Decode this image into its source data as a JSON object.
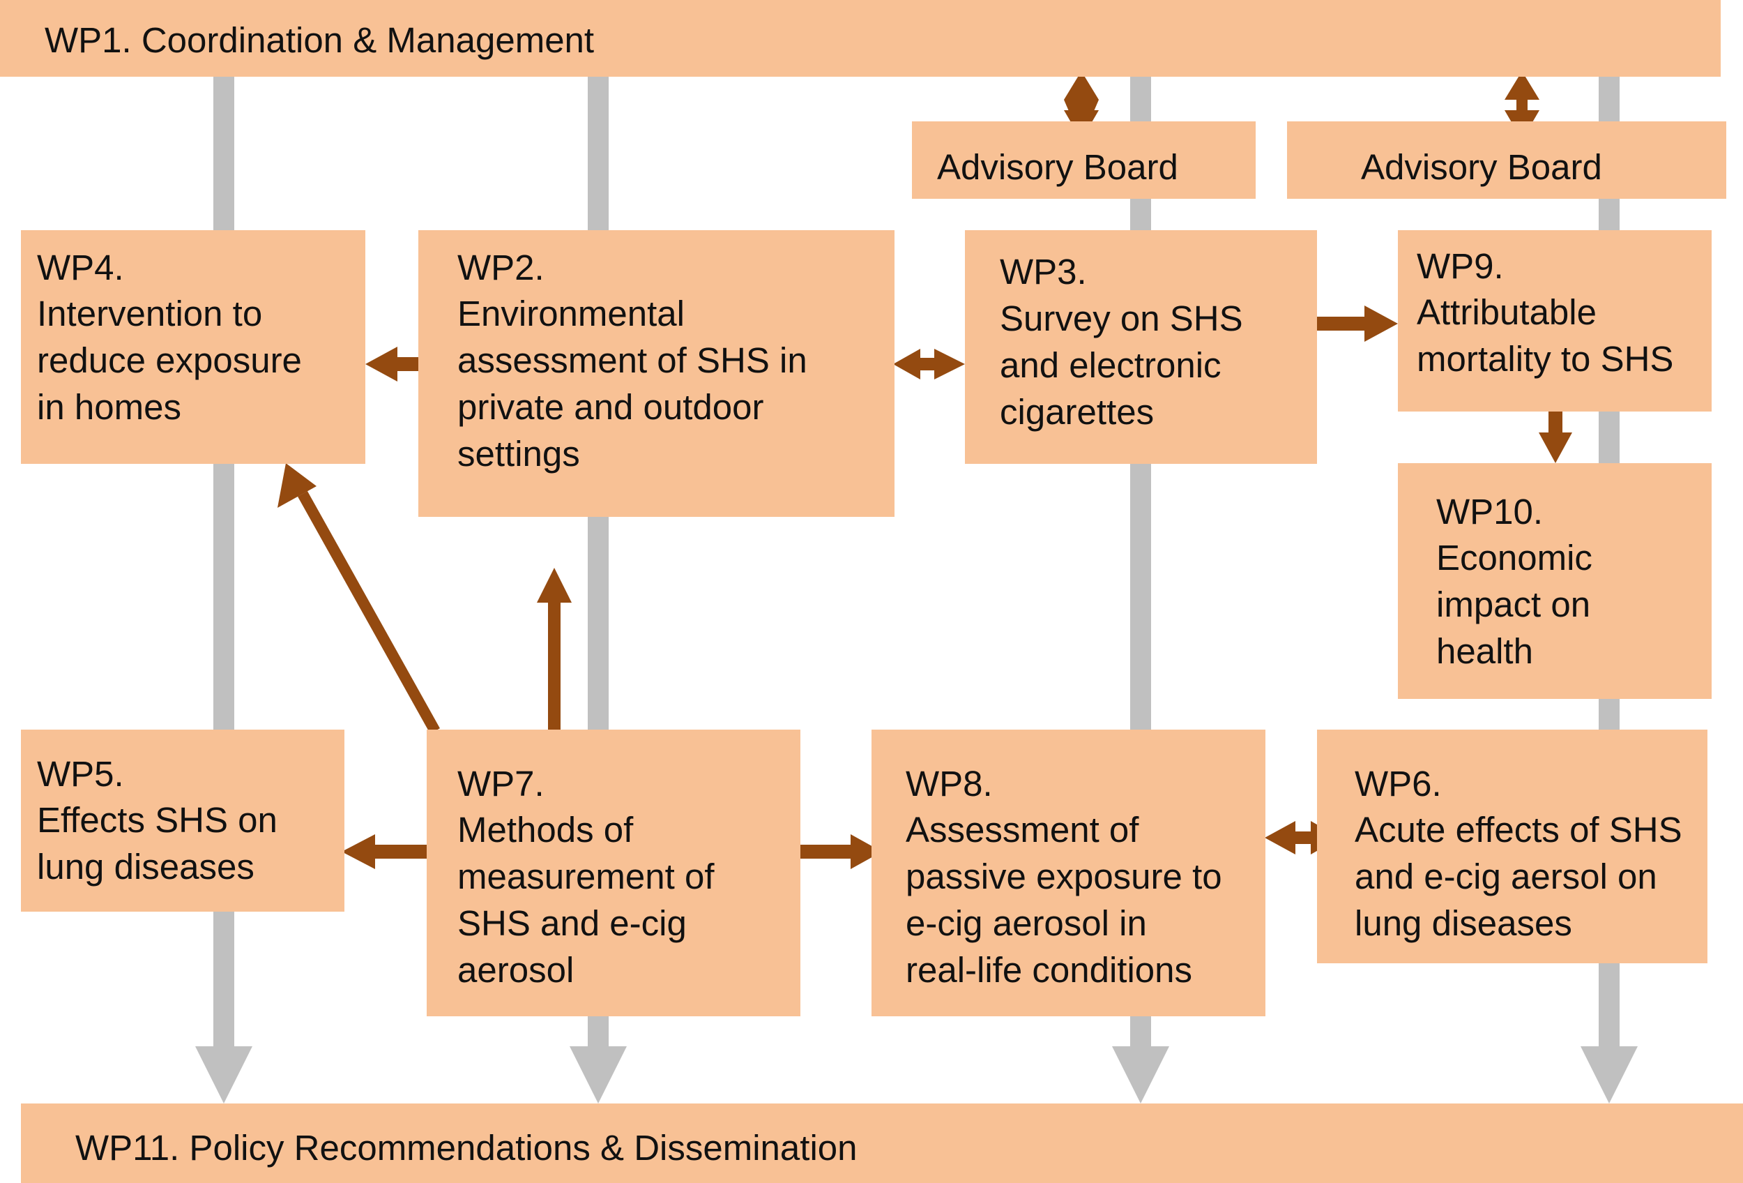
{
  "colors": {
    "box_fill": "#f8c195",
    "arrow": "#944a10",
    "flow_line": "#c0c0c0",
    "text": "#111111"
  },
  "header": {
    "label": "WP1. Coordination & Management"
  },
  "footer": {
    "label": "WP11. Policy Recommendations & Dissemination"
  },
  "advisory_boards": [
    {
      "label": "Advisory Board"
    },
    {
      "label": "Advisory Board"
    }
  ],
  "work_packages": {
    "wp4": {
      "id": "WP4.",
      "title": "Intervention to\nreduce exposure\nin homes"
    },
    "wp2": {
      "id": "WP2.",
      "title": "Environmental\nassessment of SHS in\nprivate and outdoor\nsettings"
    },
    "wp3": {
      "id": "WP3.",
      "title": "Survey on SHS\nand electronic\ncigarettes"
    },
    "wp9": {
      "id": "WP9.",
      "title": "Attributable\nmortality to SHS"
    },
    "wp10": {
      "id": "WP10.",
      "title": "Economic\nimpact on\nhealth"
    },
    "wp5": {
      "id": "WP5.",
      "title": "Effects SHS on\nlung diseases"
    },
    "wp7": {
      "id": "WP7.",
      "title": "Methods of\nmeasurement of\nSHS and e-cig\naerosol"
    },
    "wp8": {
      "id": "WP8.",
      "title": "Assessment of\npassive exposure to\ne-cig aerosol in\nreal-life conditions"
    },
    "wp6": {
      "id": "WP6.",
      "title": "Acute effects of SHS\nand e-cig aersol on\nlung diseases"
    }
  },
  "links": [
    {
      "from": "WP2.",
      "to": "WP4.",
      "type": "one-way"
    },
    {
      "from": "WP2.",
      "to": "WP3.",
      "type": "two-way"
    },
    {
      "from": "WP3.",
      "to": "WP9.",
      "type": "one-way"
    },
    {
      "from": "WP9.",
      "to": "WP10.",
      "type": "one-way"
    },
    {
      "from": "WP7.",
      "to": "WP4.",
      "type": "one-way"
    },
    {
      "from": "WP7.",
      "to": "WP2.",
      "type": "one-way"
    },
    {
      "from": "WP7.",
      "to": "WP5.",
      "type": "one-way"
    },
    {
      "from": "WP7.",
      "to": "WP8.",
      "type": "one-way"
    },
    {
      "from": "WP8.",
      "to": "WP6.",
      "type": "two-way"
    },
    {
      "from": "WP1.",
      "to": "Advisory Board",
      "type": "two-way"
    },
    {
      "from": "WP1.",
      "to": "Advisory Board",
      "type": "two-way"
    },
    {
      "from": "WP1.",
      "to": "WP11.",
      "type": "flow-lines"
    }
  ]
}
